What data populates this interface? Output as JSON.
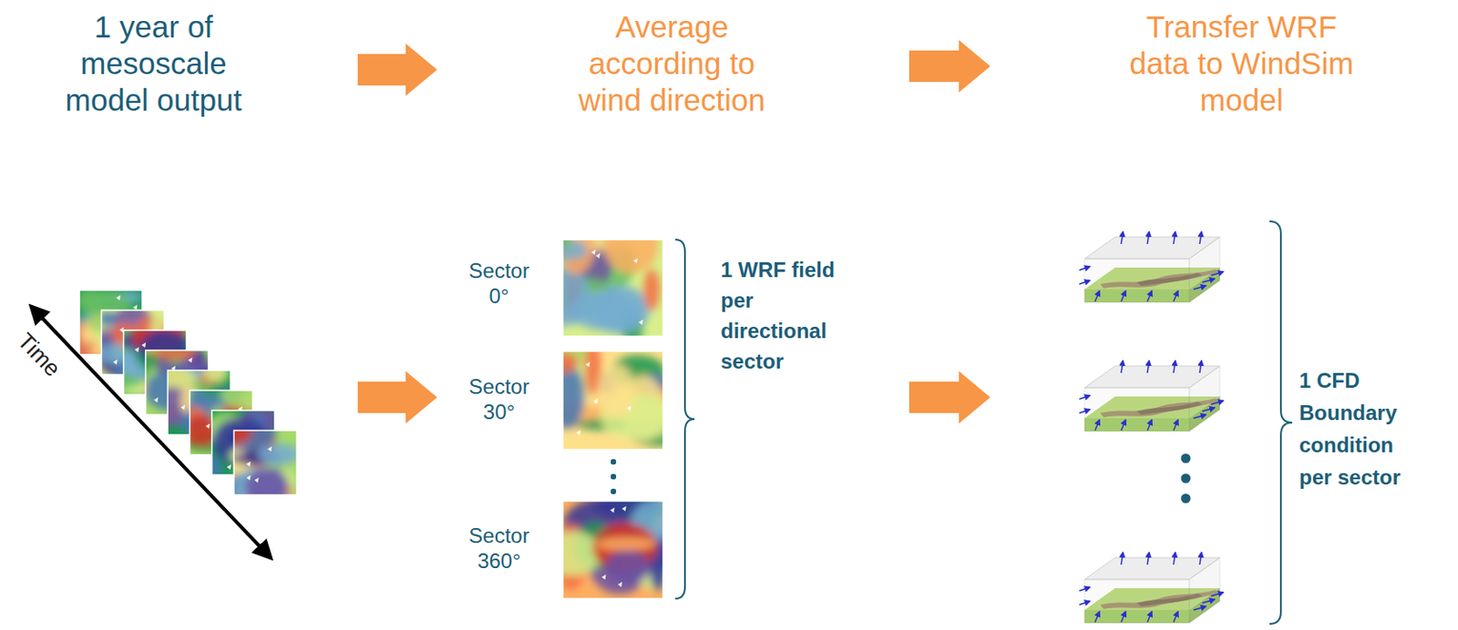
{
  "diagram": {
    "labels": [
      "1 year of mesoscale model output",
      "Average according to wind direction",
      "Transfer WRF data to WindSim model",
      "Time",
      "Sector 0°",
      "Sector 30°",
      "Sector 360°",
      "1 WRF field per directional sector",
      "1 CFD Boundary condition per sector"
    ]
  }
}
